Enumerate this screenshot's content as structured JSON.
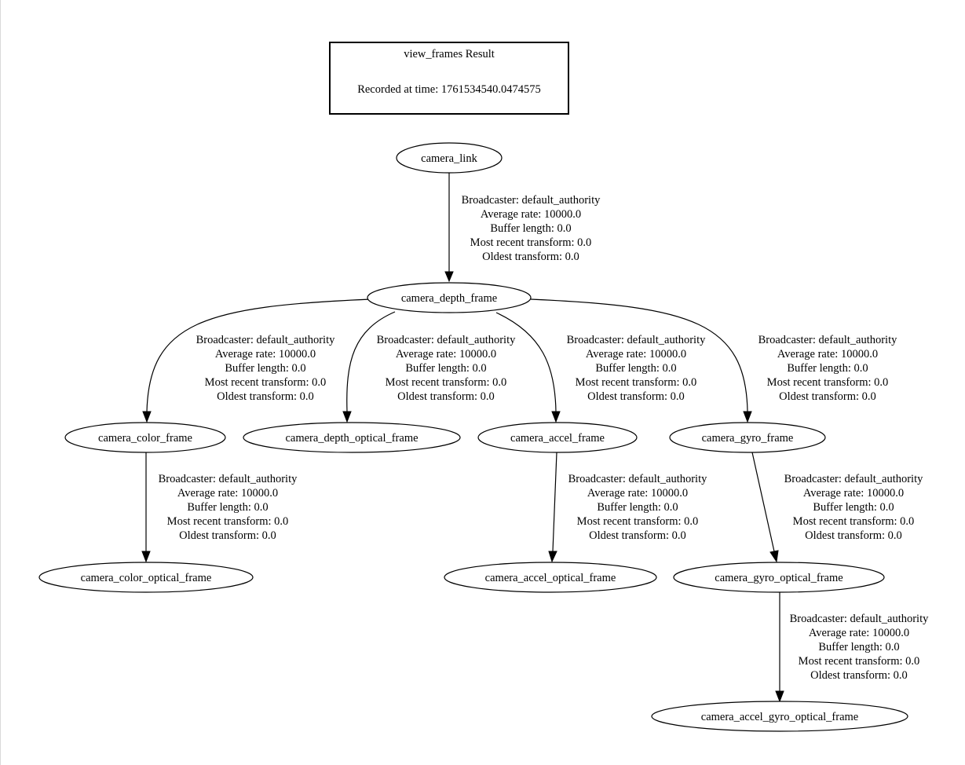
{
  "header": {
    "title": "view_frames Result",
    "recorded": "Recorded at time: 1761534540.0474575"
  },
  "nodes": {
    "camera_link": "camera_link",
    "camera_depth_frame": "camera_depth_frame",
    "camera_color_frame": "camera_color_frame",
    "camera_depth_optical_frame": "camera_depth_optical_frame",
    "camera_accel_frame": "camera_accel_frame",
    "camera_gyro_frame": "camera_gyro_frame",
    "camera_color_optical_frame": "camera_color_optical_frame",
    "camera_accel_optical_frame": "camera_accel_optical_frame",
    "camera_gyro_optical_frame": "camera_gyro_optical_frame",
    "camera_accel_gyro_optical_frame": "camera_accel_gyro_optical_frame"
  },
  "edge_label": {
    "broadcaster": "Broadcaster: default_authority",
    "rate": "Average rate: 10000.0",
    "buffer": "Buffer length: 0.0",
    "recent": "Most recent transform: 0.0",
    "oldest": "Oldest transform: 0.0"
  },
  "edges": [
    {
      "from": "camera_link",
      "to": "camera_depth_frame"
    },
    {
      "from": "camera_depth_frame",
      "to": "camera_color_frame"
    },
    {
      "from": "camera_depth_frame",
      "to": "camera_depth_optical_frame"
    },
    {
      "from": "camera_depth_frame",
      "to": "camera_accel_frame"
    },
    {
      "from": "camera_depth_frame",
      "to": "camera_gyro_frame"
    },
    {
      "from": "camera_color_frame",
      "to": "camera_color_optical_frame"
    },
    {
      "from": "camera_accel_frame",
      "to": "camera_accel_optical_frame"
    },
    {
      "from": "camera_gyro_frame",
      "to": "camera_gyro_optical_frame"
    },
    {
      "from": "camera_gyro_optical_frame",
      "to": "camera_accel_gyro_optical_frame"
    }
  ]
}
